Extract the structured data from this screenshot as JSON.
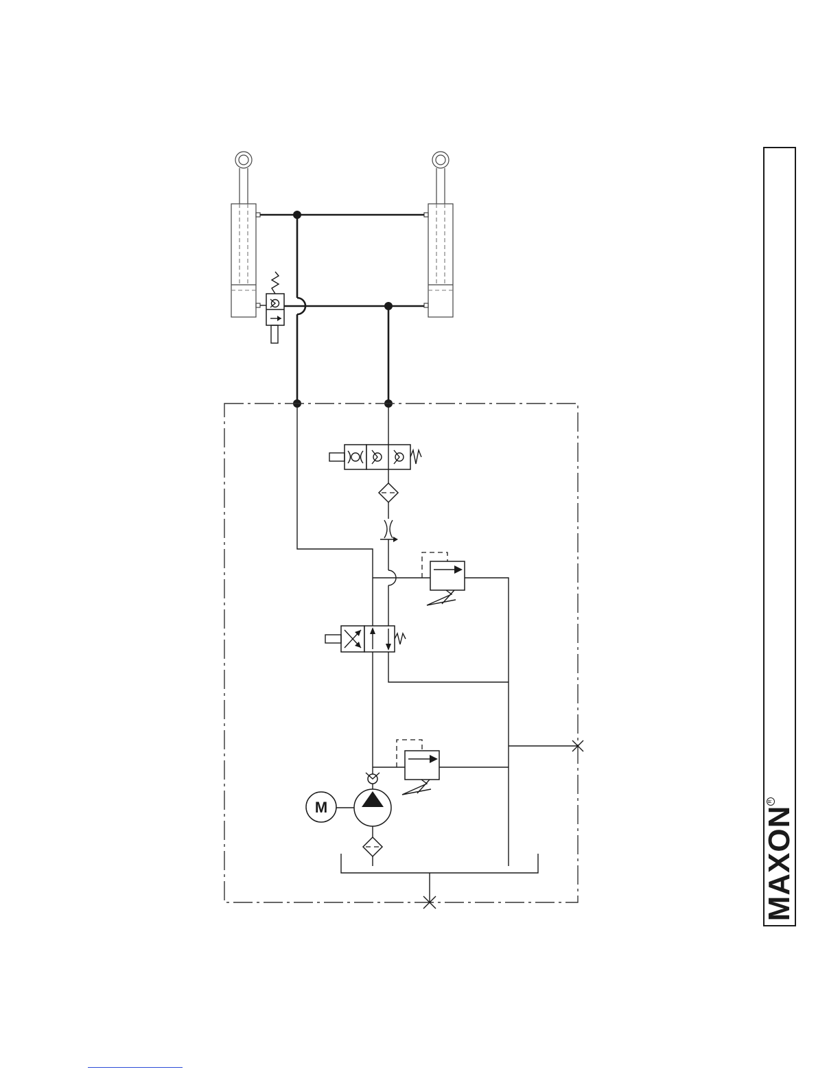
{
  "diagram": {
    "components": {
      "motor": {
        "label": "M"
      }
    }
  },
  "branding": {
    "logo_text": "MAXON",
    "registered_mark": "R"
  },
  "colors": {
    "line": "#1a1a1a",
    "footer_rule": "#2a4bd7"
  }
}
